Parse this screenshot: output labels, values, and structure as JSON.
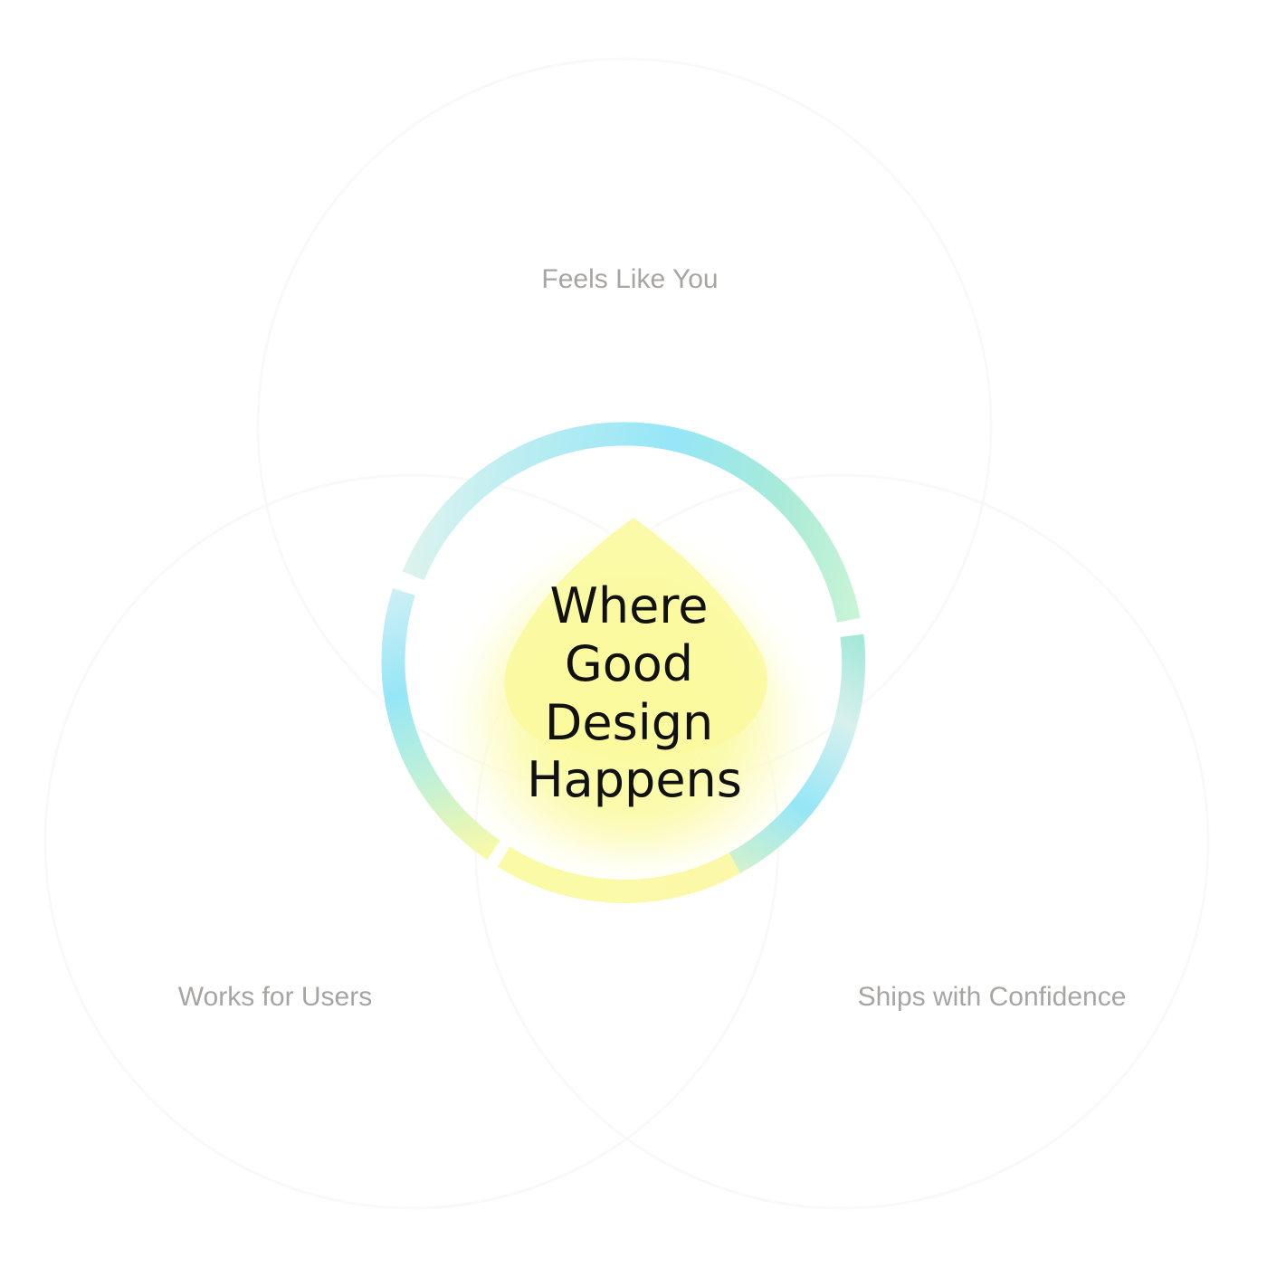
{
  "diagram": {
    "center_lines": [
      "Where",
      "Good",
      "Design",
      "Happens"
    ],
    "outer_labels": {
      "top": "Feels Like You",
      "bottom_left": "Works for Users",
      "bottom_right": "Ships with Confidence"
    },
    "colors": {
      "ring_cyan": "#95e6f7",
      "ring_mint": "#bff0dc",
      "ring_yellow": "#fbfaa6",
      "core_yellow": "#fbfa9e",
      "outer_text": "#a7a5a2",
      "center_text": "#111111"
    }
  }
}
